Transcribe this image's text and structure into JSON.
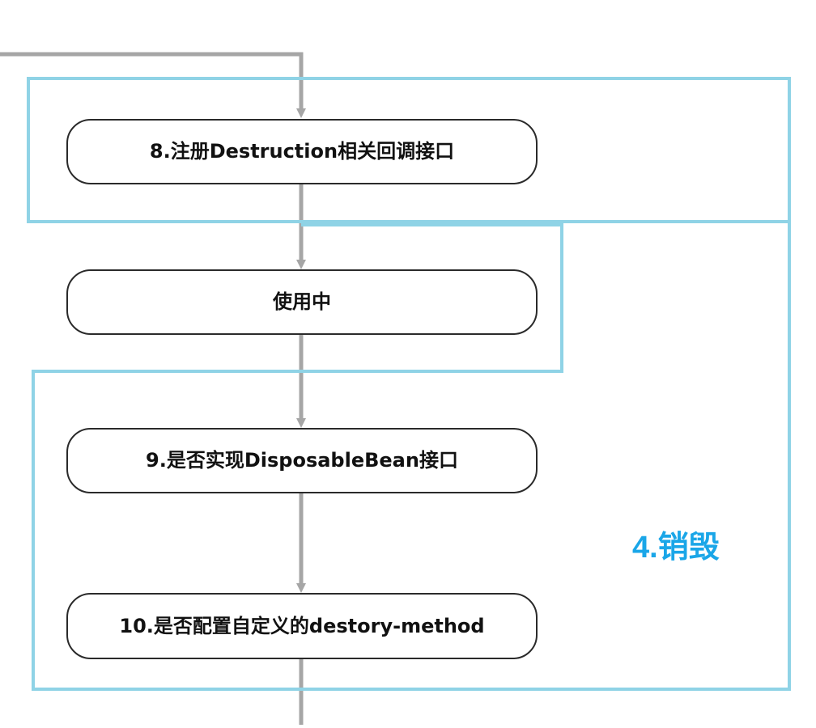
{
  "nodes": [
    {
      "id": "step-8",
      "label": "8.注册Destruction相关回调接口"
    },
    {
      "id": "in-use",
      "label": "使用中"
    },
    {
      "id": "step-9",
      "label": "9.是否实现DisposableBean接口"
    },
    {
      "id": "step-10",
      "label": "10.是否配置自定义的destory-method"
    }
  ],
  "stage": {
    "label": "4.销毁",
    "color": "#1aa6e8"
  },
  "colors": {
    "frame": "#8fd3e6",
    "arrow": "#a6a6a6",
    "node_border": "#2a2a2a"
  }
}
